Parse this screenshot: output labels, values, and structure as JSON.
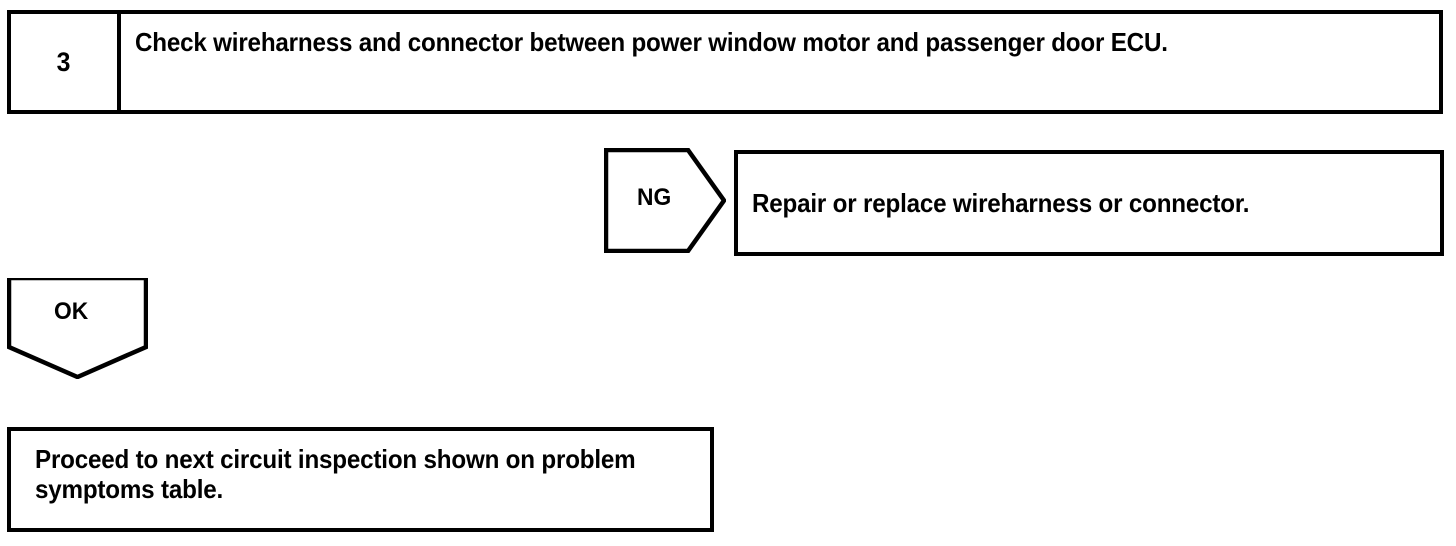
{
  "diagram": {
    "type": "troubleshooting-flowchart",
    "ink_color": "#000000",
    "background_color": "#ffffff",
    "step": {
      "number": "3",
      "instruction": "Check wireharness and connector between power window motor and passenger door ECU."
    },
    "branches": {
      "ng": {
        "label": "NG",
        "shape": "pentagon-arrow-right",
        "result": "Repair or replace wireharness or connector."
      },
      "ok": {
        "label": "OK",
        "shape": "pentagon-arrow-down",
        "result": "Proceed to next circuit inspection shown on problem symptoms table."
      }
    }
  }
}
